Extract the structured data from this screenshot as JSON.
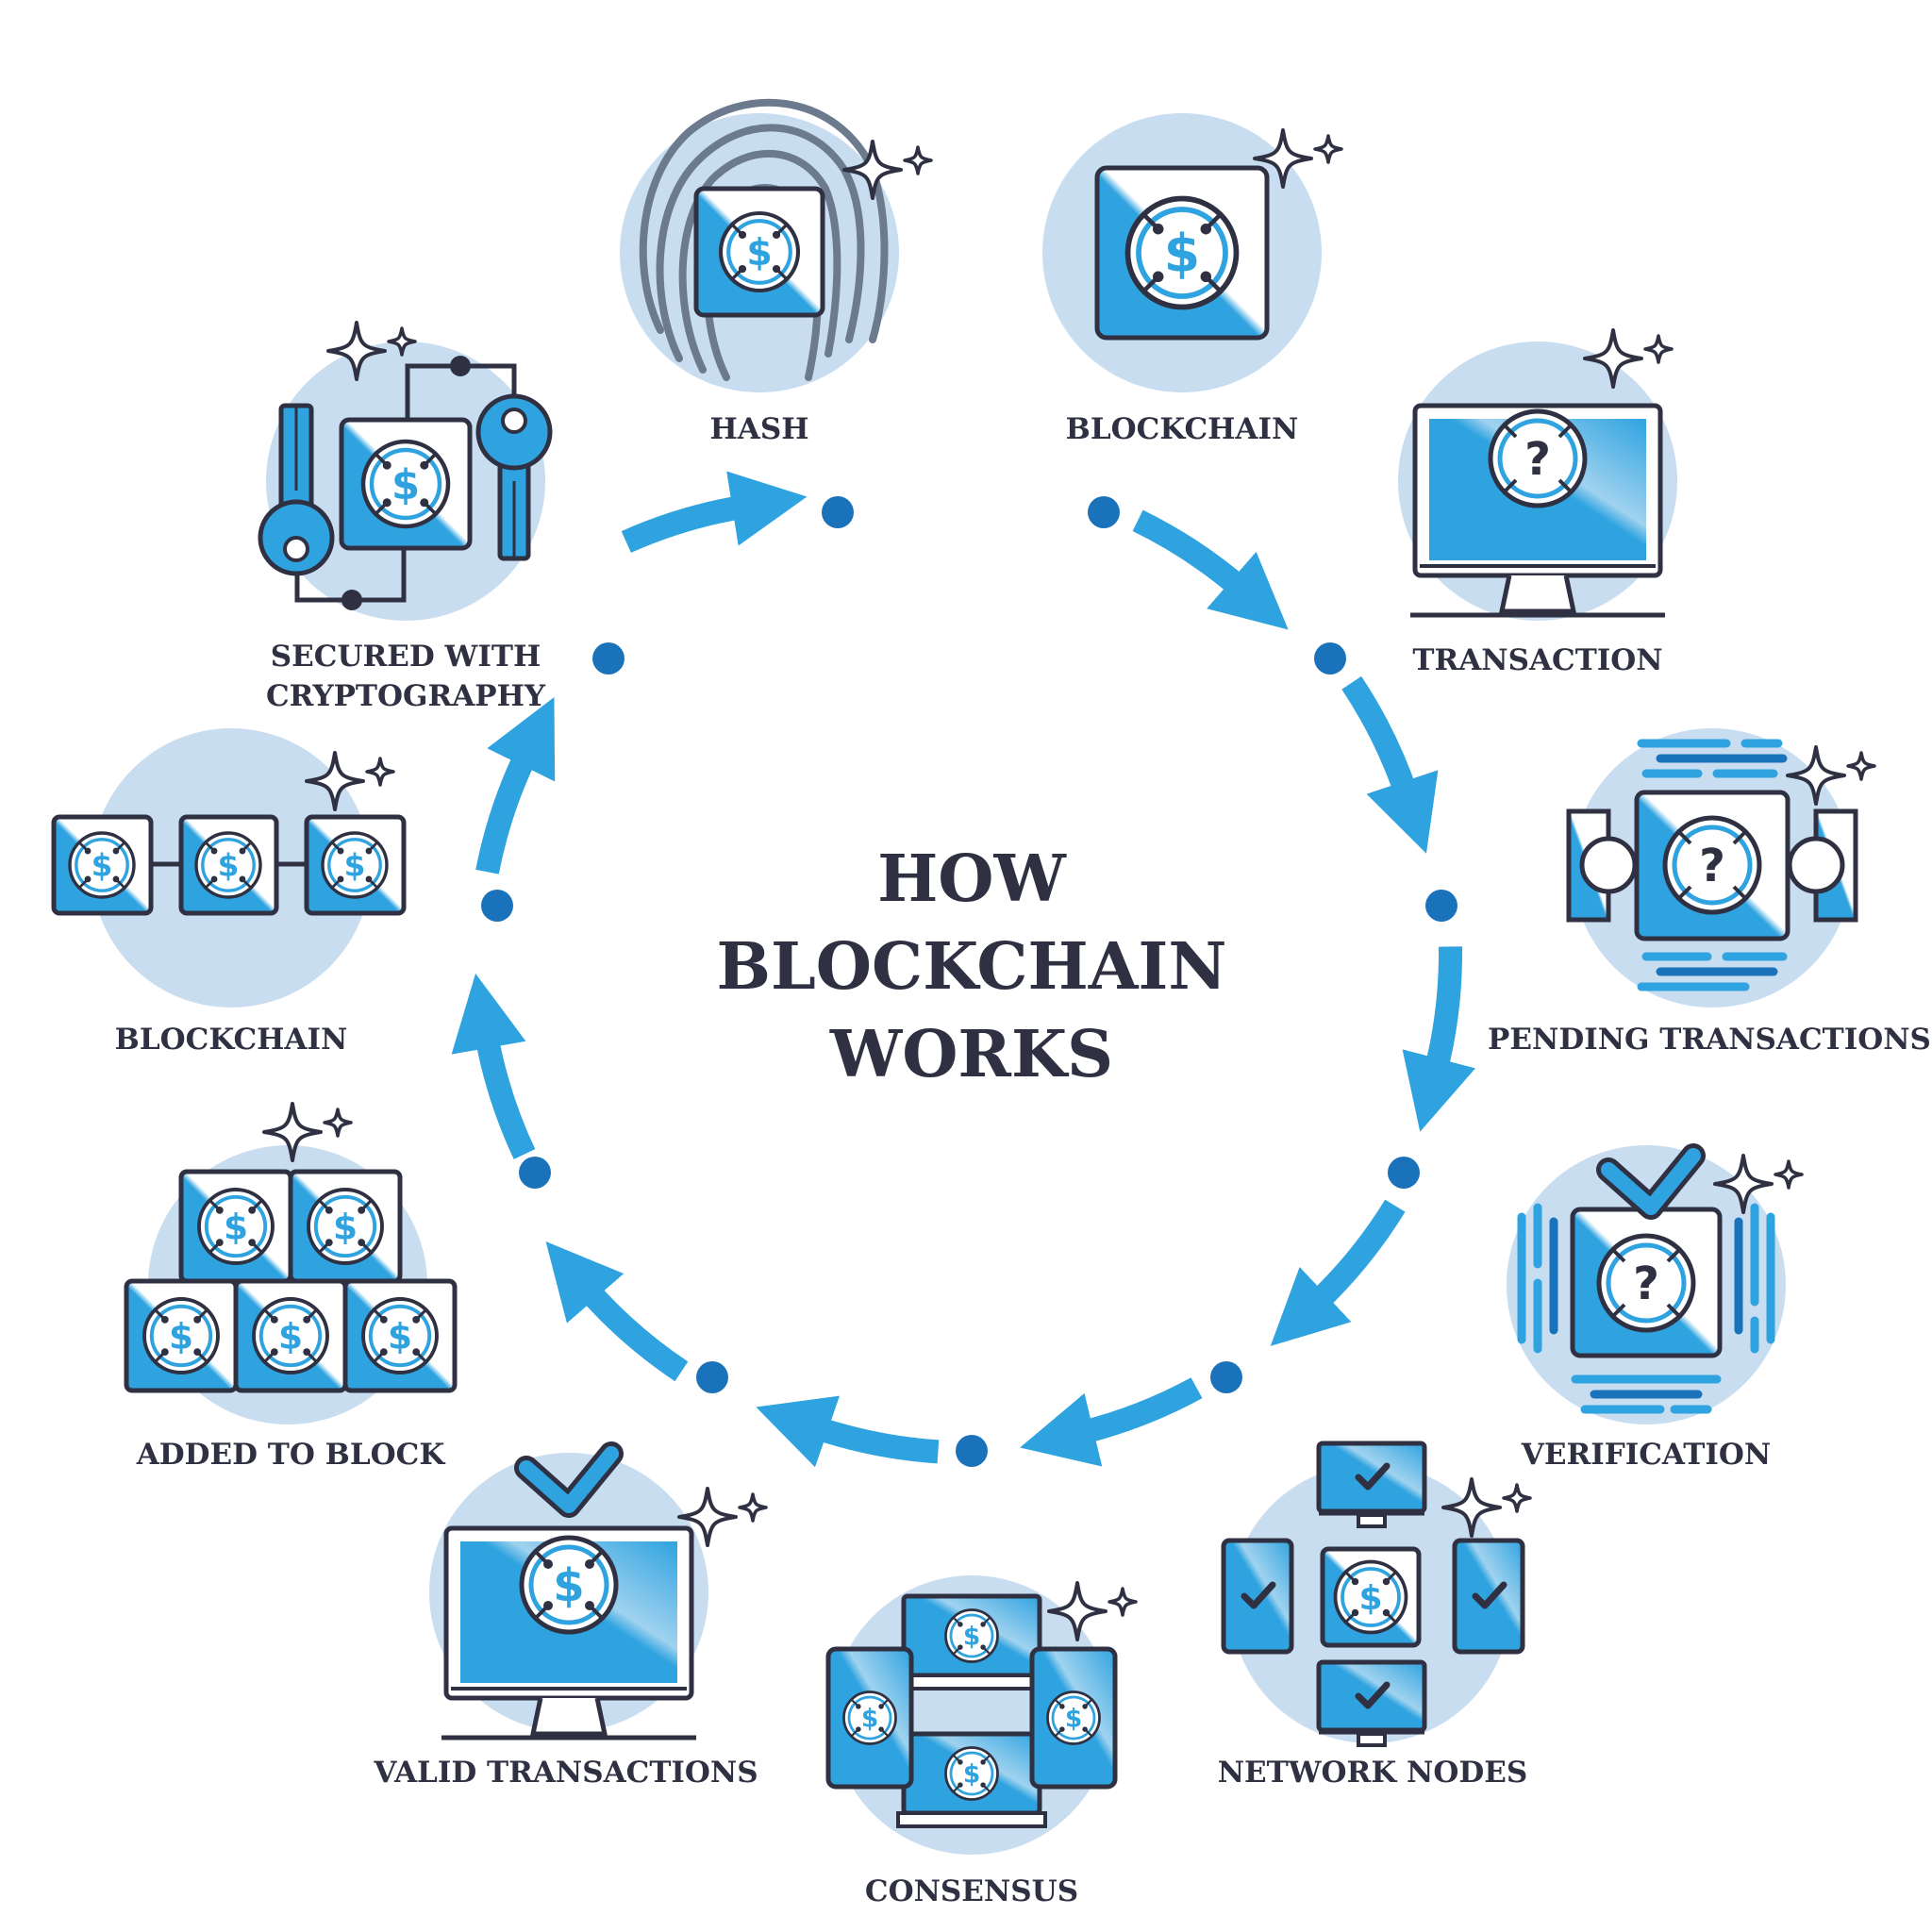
{
  "title": {
    "line1": "HOW",
    "line2": "BLOCKCHAIN",
    "line3": "WORKS"
  },
  "steps": [
    {
      "label": "HASH",
      "icon": "fingerprint-coin-icon"
    },
    {
      "label": "BLOCKCHAIN",
      "icon": "coin-block-icon"
    },
    {
      "label": "TRANSACTION",
      "icon": "monitor-question-icon"
    },
    {
      "label": "PENDING TRANSACTIONS",
      "icon": "pending-queue-icon"
    },
    {
      "label": "VERIFICATION",
      "icon": "verified-block-icon"
    },
    {
      "label": "NETWORK NODES",
      "icon": "network-nodes-icon"
    },
    {
      "label": "CONSENSUS",
      "icon": "consensus-devices-icon"
    },
    {
      "label": "VALID TRANSACTIONS",
      "icon": "monitor-check-coin-icon"
    },
    {
      "label": "ADDED TO BLOCK",
      "icon": "stacked-blocks-icon"
    },
    {
      "label": "BLOCKCHAIN",
      "icon": "chained-blocks-icon"
    },
    {
      "label_line1": "SECURED WITH",
      "label_line2": "CRYPTOGRAPHY",
      "icon": "keys-lock-icon"
    }
  ],
  "colors": {
    "accent": "#2fa3e0",
    "dot": "#1a72bb",
    "halo": "#c9ddf0",
    "ink": "#2f3142"
  }
}
